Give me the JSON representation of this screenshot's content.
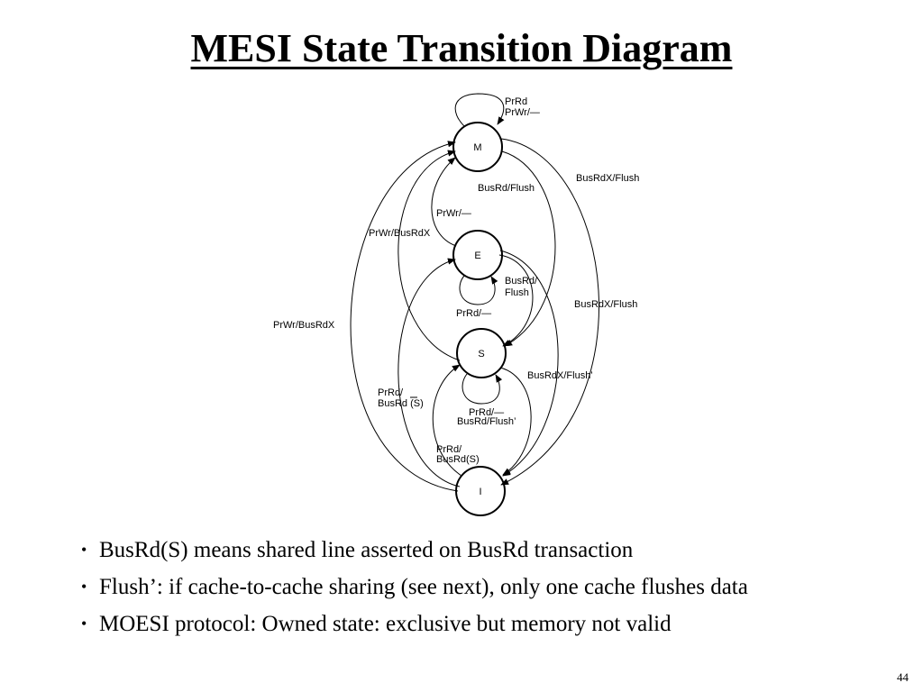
{
  "slide": {
    "title": "MESI State Transition Diagram",
    "page_number": "44"
  },
  "diagram": {
    "states": {
      "m": "M",
      "e": "E",
      "s": "S",
      "i": "I"
    },
    "labels": {
      "m_self_1": "PrRd",
      "m_self_2": "PrWr/—",
      "m_i_busrdx": "BusRdX/Flush",
      "m_s_busrd": "BusRd/Flush",
      "e_m_prwr": "PrWr/—",
      "s_m_prwr": "PrWr/BusRdX",
      "i_m_prwr": "PrWr/BusRdX",
      "e_s_1": "BusRd/",
      "e_s_2": "Flush",
      "e_self": "PrRd/—",
      "e_i_busrdx": "BusRdX/Flush",
      "s_i_busrdx": "BusRdX/Flush’",
      "i_e_1": "PrRd/",
      "i_e_2": "BusRd (S)",
      "s_self_1": "PrRd/—",
      "s_self_2": "BusRd/Flush’",
      "i_s_1": "PrRd/",
      "i_s_2": "BusRd(S)"
    }
  },
  "bullets": [
    "BusRd(S) means shared line asserted on BusRd transaction",
    "Flush’: if cache-to-cache sharing (see next), only one cache flushes data",
    "MOESI protocol: Owned state: exclusive but memory not valid"
  ]
}
